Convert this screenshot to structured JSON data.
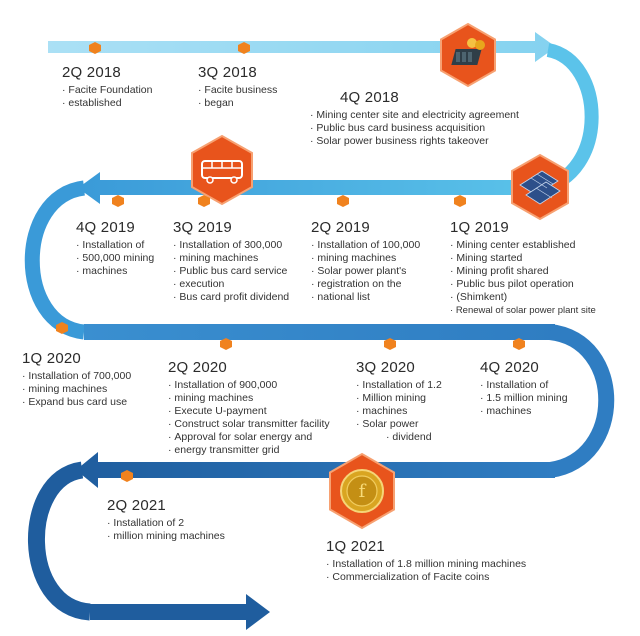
{
  "colors": {
    "road_light": "#5bc3ea",
    "road_mid": "#3a8fd0",
    "road_dark": "#1f5d9e",
    "marker": "#f0821e",
    "hex_fill": "#e8541c",
    "hex_stroke": "#f7a172"
  },
  "icons": [
    "mining-rig-icon",
    "bus-icon",
    "solar-panel-icon",
    "coin-icon"
  ],
  "milestones": [
    {
      "quarter": "2Q 2018",
      "items": [
        "Facite Foundation",
        "established"
      ]
    },
    {
      "quarter": "3Q 2018",
      "items": [
        "Facite business",
        "began"
      ]
    },
    {
      "quarter": "4Q 2018",
      "items": [
        "Mining center site and electricity agreement",
        "Public bus card business acquisition",
        "Solar power business rights takeover"
      ]
    },
    {
      "quarter": "4Q 2019",
      "items": [
        "Installation of",
        "500,000 mining",
        "machines"
      ]
    },
    {
      "quarter": "3Q 2019",
      "items": [
        "Installation of 300,000",
        "mining machines",
        "Public bus card service",
        "execution",
        "Bus card profit dividend"
      ]
    },
    {
      "quarter": "2Q 2019",
      "items": [
        "Installation of 100,000",
        "mining machines",
        "Solar power plant's",
        "registration on the",
        "national list"
      ]
    },
    {
      "quarter": "1Q 2019",
      "items": [
        "Mining center established",
        "Mining started",
        "Mining profit shared",
        "Public bus pilot operation",
        "(Shimkent)",
        "Renewal of solar power plant site"
      ]
    },
    {
      "quarter": "1Q 2020",
      "items": [
        "Installation of 700,000",
        "mining machines",
        "Expand bus card use"
      ]
    },
    {
      "quarter": "2Q 2020",
      "items": [
        "Installation of 900,000",
        "mining machines",
        "Execute U-payment",
        "Construct solar transmitter facility",
        "Approval for solar energy and",
        "energy transmitter grid"
      ]
    },
    {
      "quarter": "3Q 2020",
      "items": [
        "Installation of 1.2",
        "Million mining",
        "machines",
        "Solar power",
        "dividend"
      ]
    },
    {
      "quarter": "4Q 2020",
      "items": [
        "Installation of",
        "1.5 million mining",
        "machines"
      ]
    },
    {
      "quarter": "2Q 2021",
      "items": [
        "Installation of 2",
        "million mining machines"
      ]
    },
    {
      "quarter": "1Q 2021",
      "items": [
        "Installation of 1.8 million mining machines",
        "Commercialization of Facite coins"
      ]
    }
  ]
}
